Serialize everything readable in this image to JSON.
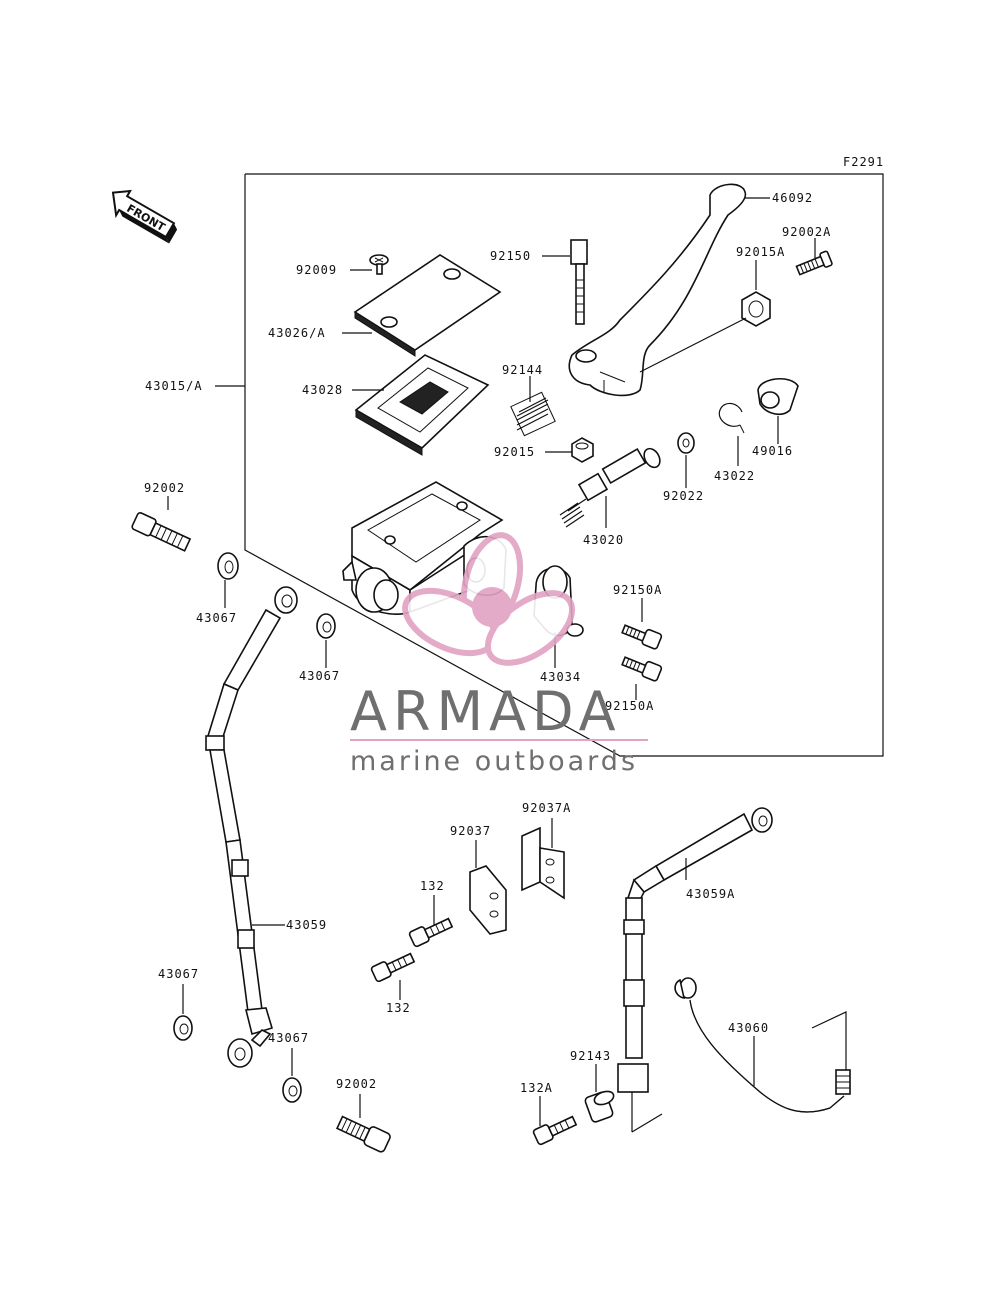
{
  "figure_code": "F2291",
  "front_label": "FRONT",
  "watermark": {
    "title": "ARMADA",
    "subtitle": "marine outboards",
    "logo_color": "#e2a3c3",
    "text_color": "#6f6f6f"
  },
  "labels": {
    "p46092": "46092",
    "p92002A": "92002A",
    "p92015A": "92015A",
    "p92150": "92150",
    "p92009": "92009",
    "p43026A": "43026/A",
    "p43028": "43028",
    "p43015A": "43015/A",
    "p92144": "92144",
    "p92015": "92015",
    "p49016": "49016",
    "p43022": "43022",
    "p92022": "92022",
    "p43020": "43020",
    "p92002_top": "92002",
    "p43067_a": "43067",
    "p43067_b": "43067",
    "p92150A_top": "92150A",
    "p43034": "43034",
    "p92150A_bot": "92150A",
    "p92037A": "92037A",
    "p92037": "92037",
    "p132_a": "132",
    "p132_b": "132",
    "p43059A": "43059A",
    "p43059": "43059",
    "p43067_c": "43067",
    "p43067_d": "43067",
    "p43060": "43060",
    "p92143": "92143",
    "p132A": "132A",
    "p92002_bot": "92002"
  }
}
